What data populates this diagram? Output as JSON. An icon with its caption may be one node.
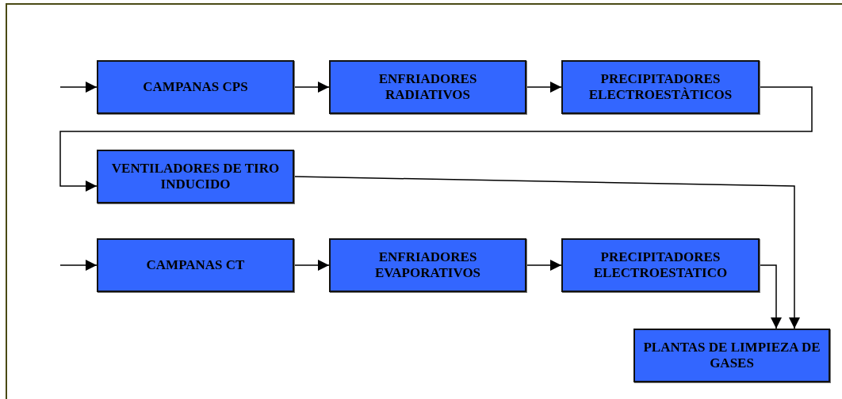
{
  "diagram": {
    "nodes": [
      {
        "text": [
          "CAMPANAS CPS"
        ]
      },
      {
        "text": [
          "ENFRIADORES RADIATIVOS"
        ]
      },
      {
        "text": [
          "PRECIPITADORES ELECTROESTÀTICOS"
        ]
      },
      {
        "text": [
          "VENTILADORES DE TIRO INDUCIDO"
        ]
      },
      {
        "text": [
          "CAMPANAS CT"
        ]
      },
      {
        "text": [
          "ENFRIADORES EVAPORATIVOS"
        ]
      },
      {
        "text": [
          "PRECIPITADORES ELECTROESTATICO"
        ]
      },
      {
        "text": [
          "PLANTAS DE LIMPIEZA DE GASES"
        ]
      }
    ],
    "edges": [
      {
        "from": null,
        "to": 0,
        "arrow": "to"
      },
      {
        "from": 0,
        "to": 1,
        "arrow": "to"
      },
      {
        "from": 1,
        "to": 2,
        "arrow": "to"
      },
      {
        "from": 2,
        "to": 3,
        "arrow": "to"
      },
      {
        "from": 3,
        "to": 7,
        "arrow": "to"
      },
      {
        "from": null,
        "to": 4,
        "arrow": "to"
      },
      {
        "from": 4,
        "to": 5,
        "arrow": "to"
      },
      {
        "from": 5,
        "to": 6,
        "arrow": "to"
      },
      {
        "from": 6,
        "to": 7,
        "arrow": "to"
      }
    ]
  }
}
